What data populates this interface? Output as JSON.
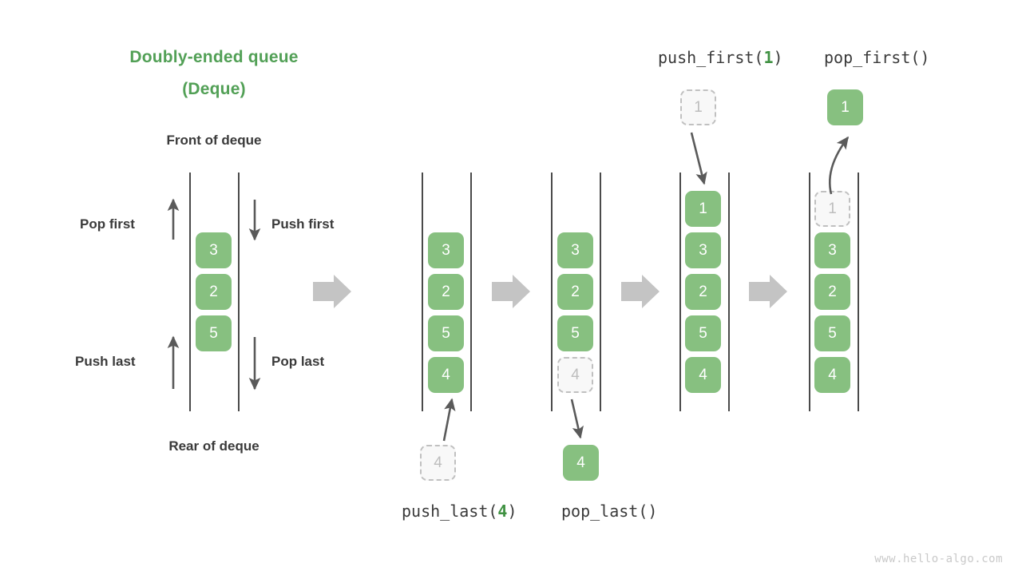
{
  "title": {
    "line1": "Doubly-ended queue",
    "line2": "(Deque)"
  },
  "legend": {
    "front": "Front of deque",
    "rear": "Rear of deque",
    "pop_first": "Pop first",
    "push_first": "Push first",
    "push_last": "Push last",
    "pop_last": "Pop last"
  },
  "operations": {
    "push_last": {
      "name": "push_last(",
      "arg": "4",
      "close": ")"
    },
    "pop_last": {
      "name": "pop_last()"
    },
    "push_first": {
      "name": "push_first(",
      "arg": "1",
      "close": ")"
    },
    "pop_first": {
      "name": "pop_first()"
    }
  },
  "panels": [
    {
      "name": "initial-deque",
      "cells": [
        "3",
        "2",
        "5"
      ]
    },
    {
      "name": "after-push-last",
      "cells": [
        "3",
        "2",
        "5",
        "4"
      ],
      "incoming": "4"
    },
    {
      "name": "before-pop-last",
      "cells": [
        "3",
        "2",
        "5",
        "4"
      ],
      "outgoing": "4"
    },
    {
      "name": "after-push-first",
      "cells": [
        "1",
        "3",
        "2",
        "5",
        "4"
      ],
      "incoming": "1"
    },
    {
      "name": "before-pop-first",
      "cells": [
        "1",
        "3",
        "2",
        "5",
        "4"
      ],
      "outgoing": "1"
    }
  ],
  "colors": {
    "accent_green": "#52a056",
    "cell_green": "#87c080",
    "ghost_fill": "#f8f8f8",
    "ghost_border": "#c0c0c0",
    "rail": "#4a4a4a",
    "flow_arrow": "#c4c4c4",
    "text": "#3a3a3a",
    "watermark": "#c9c9c9"
  },
  "watermark": "www.hello-algo.com"
}
